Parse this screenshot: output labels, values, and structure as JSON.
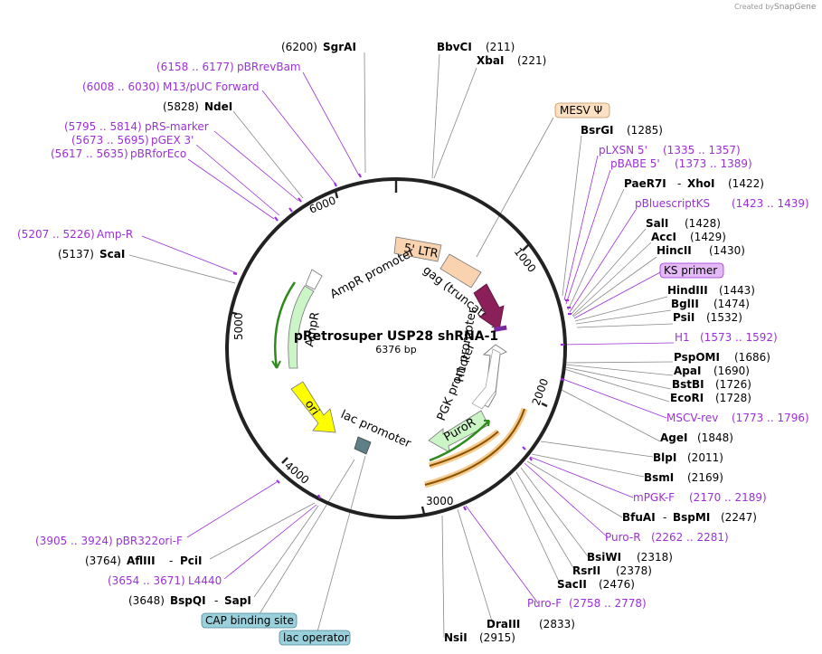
{
  "credit": {
    "created_by": "Created by",
    "brand": "SnapGene"
  },
  "plasmid": {
    "name": "pRetrosuper USP28 shRNA-1",
    "length": "6376 bp"
  },
  "ticks": [
    "1000",
    "2000",
    "3000",
    "4000",
    "5000",
    "6000"
  ],
  "features": {
    "ltr": "5' LTR",
    "gag": "gag (truncated)",
    "h1_promoter": "H1 promoter",
    "pgk_promoter": "PGK promoter",
    "puro": "PuroR",
    "ampr_promoter": "AmpR promoter",
    "ampr": "AmpR",
    "ori": "ori",
    "lac_promoter": "lac promoter"
  },
  "boxed_labels": {
    "mesv": "MESV Ψ",
    "ks_primer": "KS primer",
    "cap_site": "CAP binding site",
    "lac_operator": "lac operator"
  },
  "sites_right": [
    {
      "name": "BbvCI",
      "pos": "(211)"
    },
    {
      "name": "XbaI",
      "pos": "(221)"
    },
    {
      "name": "BsrGI",
      "pos": "(1285)"
    },
    {
      "name": "pLXSN 5'",
      "pos": "(1335 .. 1357)"
    },
    {
      "name": "pBABE 5'",
      "pos": "(1373 .. 1389)"
    },
    {
      "name": "PaeR7I",
      "sep": "-",
      "name2": "XhoI",
      "pos": "(1422)"
    },
    {
      "name": "pBluescriptKS",
      "pos": "(1423 .. 1439)"
    },
    {
      "name": "SalI",
      "pos": "(1428)"
    },
    {
      "name": "AccI",
      "pos": "(1429)"
    },
    {
      "name": "HincII",
      "pos": "(1430)"
    },
    {
      "name": "HindIII",
      "pos": "(1443)"
    },
    {
      "name": "BglII",
      "pos": "(1474)"
    },
    {
      "name": "PsiI",
      "pos": "(1532)"
    },
    {
      "name": "H1",
      "pos": "(1573 .. 1592)"
    },
    {
      "name": "PspOMI",
      "pos": "(1686)"
    },
    {
      "name": "ApaI",
      "pos": "(1690)"
    },
    {
      "name": "BstBI",
      "pos": "(1726)"
    },
    {
      "name": "EcoRI",
      "pos": "(1728)"
    },
    {
      "name": "MSCV-rev",
      "pos": "(1773 .. 1796)"
    },
    {
      "name": "AgeI",
      "pos": "(1848)"
    },
    {
      "name": "BlpI",
      "pos": "(2011)"
    },
    {
      "name": "BsmI",
      "pos": "(2169)"
    },
    {
      "name": "mPGK-F",
      "pos": "(2170 .. 2189)"
    },
    {
      "name": "BfuAI",
      "sep": "-",
      "name2": "BspMI",
      "pos": "(2247)"
    },
    {
      "name": "Puro-R",
      "pos": "(2262 .. 2281)"
    },
    {
      "name": "BsiWI",
      "pos": "(2318)"
    },
    {
      "name": "RsrII",
      "pos": "(2378)"
    },
    {
      "name": "SacII",
      "pos": "(2476)"
    },
    {
      "name": "Puro-F",
      "pos": "(2758 .. 2778)"
    },
    {
      "name": "DraIII",
      "pos": "(2833)"
    },
    {
      "name": "NsiI",
      "pos": "(2915)"
    }
  ],
  "sites_left": [
    {
      "name": "SgrAI",
      "pos": "(6200)"
    },
    {
      "name": "pBRrevBam",
      "pos": "(6158 .. 6177)"
    },
    {
      "name": "M13/pUC Forward",
      "pos": "(6008 .. 6030)"
    },
    {
      "name": "NdeI",
      "pos": "(5828)"
    },
    {
      "name": "pRS-marker",
      "pos": "(5795 .. 5814)"
    },
    {
      "name": "pGEX 3'",
      "pos": "(5673 .. 5695)"
    },
    {
      "name": "pBRforEco",
      "pos": "(5617 .. 5635)"
    },
    {
      "name": "Amp-R",
      "pos": "(5207 .. 5226)"
    },
    {
      "name": "ScaI",
      "pos": "(5137)"
    },
    {
      "name": "pBR322ori-F",
      "pos": "(3905 .. 3924)"
    },
    {
      "name": "AflIII",
      "sep": "-",
      "name2": "PciI",
      "pos": "(3764)"
    },
    {
      "name": "L4440",
      "pos": "(3654 .. 3671)"
    },
    {
      "name": "BspQI",
      "sep": "-",
      "name2": "SapI",
      "pos": "(3648)"
    }
  ],
  "colors": {
    "backbone": "#222222",
    "primer": "#9b30d9",
    "ltr": "#f9d3b0",
    "gag": "#8b1f5a",
    "h1": "#ffffff",
    "pgk": "#ffffff",
    "puro": "#ccf5c7",
    "ampr": "#ccf5c7",
    "ori": "#ffff00",
    "cap": "#9ad0dc",
    "orf_green": "#2f8a1e",
    "orf_orange": "#c8801a"
  }
}
